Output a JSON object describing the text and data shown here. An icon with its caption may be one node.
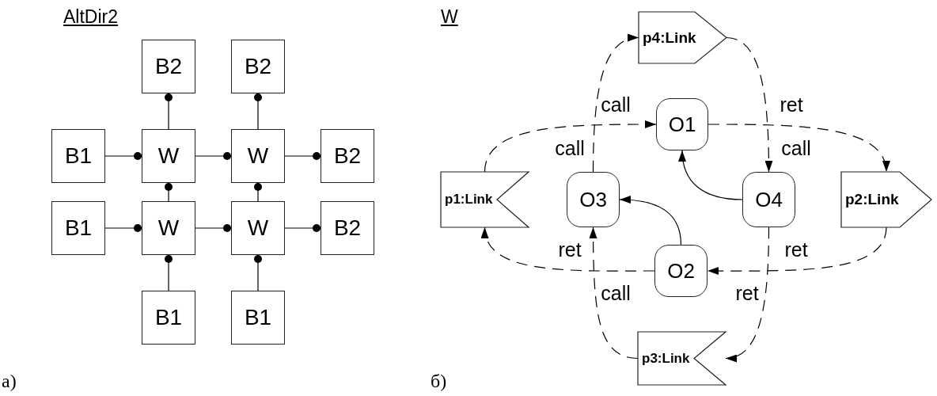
{
  "diagram": {
    "nodes": [
      {
        "text": [
          "B2"
        ]
      },
      {
        "text": [
          "B2"
        ]
      },
      {
        "text": [
          "B1"
        ]
      },
      {
        "text": [
          "W"
        ]
      },
      {
        "text": [
          "W"
        ]
      },
      {
        "text": [
          "B2"
        ]
      },
      {
        "text": [
          "B1"
        ]
      },
      {
        "text": [
          "W"
        ]
      },
      {
        "text": [
          "W"
        ]
      },
      {
        "text": [
          "B2"
        ]
      },
      {
        "text": [
          "B1"
        ]
      },
      {
        "text": [
          "B1"
        ]
      },
      {
        "text": [
          "p4:Link"
        ]
      },
      {
        "text": [
          "O1"
        ]
      },
      {
        "text": [
          "p1:Link"
        ]
      },
      {
        "text": [
          "O3"
        ]
      },
      {
        "text": [
          "O4"
        ]
      },
      {
        "text": [
          "p2:Link"
        ]
      },
      {
        "text": [
          "O2"
        ]
      },
      {
        "text": [
          "p3:Link"
        ]
      }
    ],
    "edges": [
      {
        "from": 3,
        "to": 0,
        "arrow": "other"
      },
      {
        "from": 4,
        "to": 1,
        "arrow": "other"
      },
      {
        "from": 2,
        "to": 3,
        "arrow": "other"
      },
      {
        "from": 3,
        "to": 4,
        "arrow": "other"
      },
      {
        "from": 4,
        "to": 5,
        "arrow": "other"
      },
      {
        "from": 7,
        "to": 3,
        "arrow": "other"
      },
      {
        "from": 8,
        "to": 4,
        "arrow": "other"
      },
      {
        "from": 6,
        "to": 7,
        "arrow": "other"
      },
      {
        "from": 7,
        "to": 8,
        "arrow": "other"
      },
      {
        "from": 8,
        "to": 9,
        "arrow": "other"
      },
      {
        "from": 10,
        "to": 7,
        "arrow": "other"
      },
      {
        "from": 11,
        "to": 8,
        "arrow": "other"
      },
      {
        "from": 15,
        "to": 12,
        "arrow": "to",
        "label": "call",
        "style": "dashed"
      },
      {
        "from": 14,
        "to": 13,
        "arrow": "to",
        "label": "call",
        "style": "dashed"
      },
      {
        "from": 12,
        "to": 16,
        "arrow": "to",
        "label": "ret",
        "style": "dashed"
      },
      {
        "from": 13,
        "to": 17,
        "arrow": "to",
        "label": "call",
        "style": "dashed"
      },
      {
        "from": 16,
        "to": 13,
        "arrow": "to"
      },
      {
        "from": 18,
        "to": 15,
        "arrow": "to"
      },
      {
        "from": 18,
        "to": 14,
        "arrow": "to",
        "label": "ret",
        "style": "dashed"
      },
      {
        "from": 19,
        "to": 15,
        "arrow": "to",
        "label": "call",
        "style": "dashed"
      },
      {
        "from": 17,
        "to": 18,
        "arrow": "to",
        "label": "ret",
        "style": "dashed"
      },
      {
        "from": 16,
        "to": 19,
        "arrow": "to",
        "label": "ret",
        "style": "dashed"
      }
    ],
    "labels": [
      "AltDir2",
      "W",
      "а)",
      "б)"
    ]
  }
}
